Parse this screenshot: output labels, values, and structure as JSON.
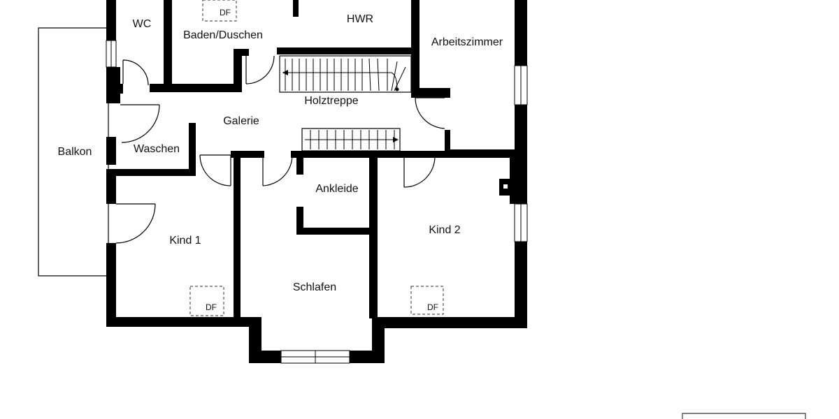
{
  "rooms": {
    "wc": "WC",
    "baden": "Baden/Duschen",
    "hwr": "HWR",
    "arbeitszimmer": "Arbeitszimmer",
    "balkon": "Balkon",
    "holztreppe": "Holztreppe",
    "galerie": "Galerie",
    "waschen": "Waschen",
    "ankleide": "Ankleide",
    "kind1": "Kind 1",
    "kind2": "Kind 2",
    "schlafen": "Schlafen"
  },
  "skylights": {
    "baden": "DF",
    "kind1": "DF",
    "kind2": "DF"
  }
}
